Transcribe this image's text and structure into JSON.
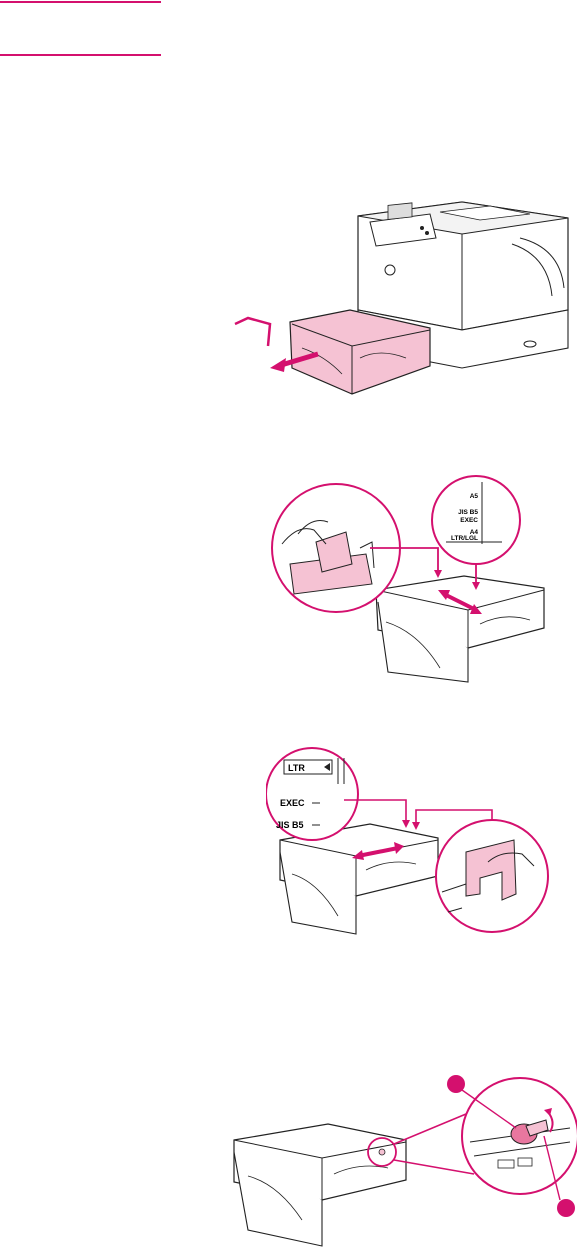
{
  "colors": {
    "accent": "#d4106e",
    "tray_pink": "#f5c2d3",
    "line": "#222222"
  },
  "icons": {
    "step1": "printer-tray-pull-icon",
    "step2": "tray-rear-guide-adjust-icon",
    "step3": "tray-side-guide-adjust-icon",
    "step4": "tray-lever-icon"
  },
  "figures": {
    "step2": {
      "size_marks": [
        "A5",
        "JIS B5",
        "EXEC",
        "A4",
        "LTR/LGL"
      ]
    },
    "step3": {
      "size_marks": [
        "LTR",
        "EXEC",
        "JIS B5"
      ]
    }
  }
}
